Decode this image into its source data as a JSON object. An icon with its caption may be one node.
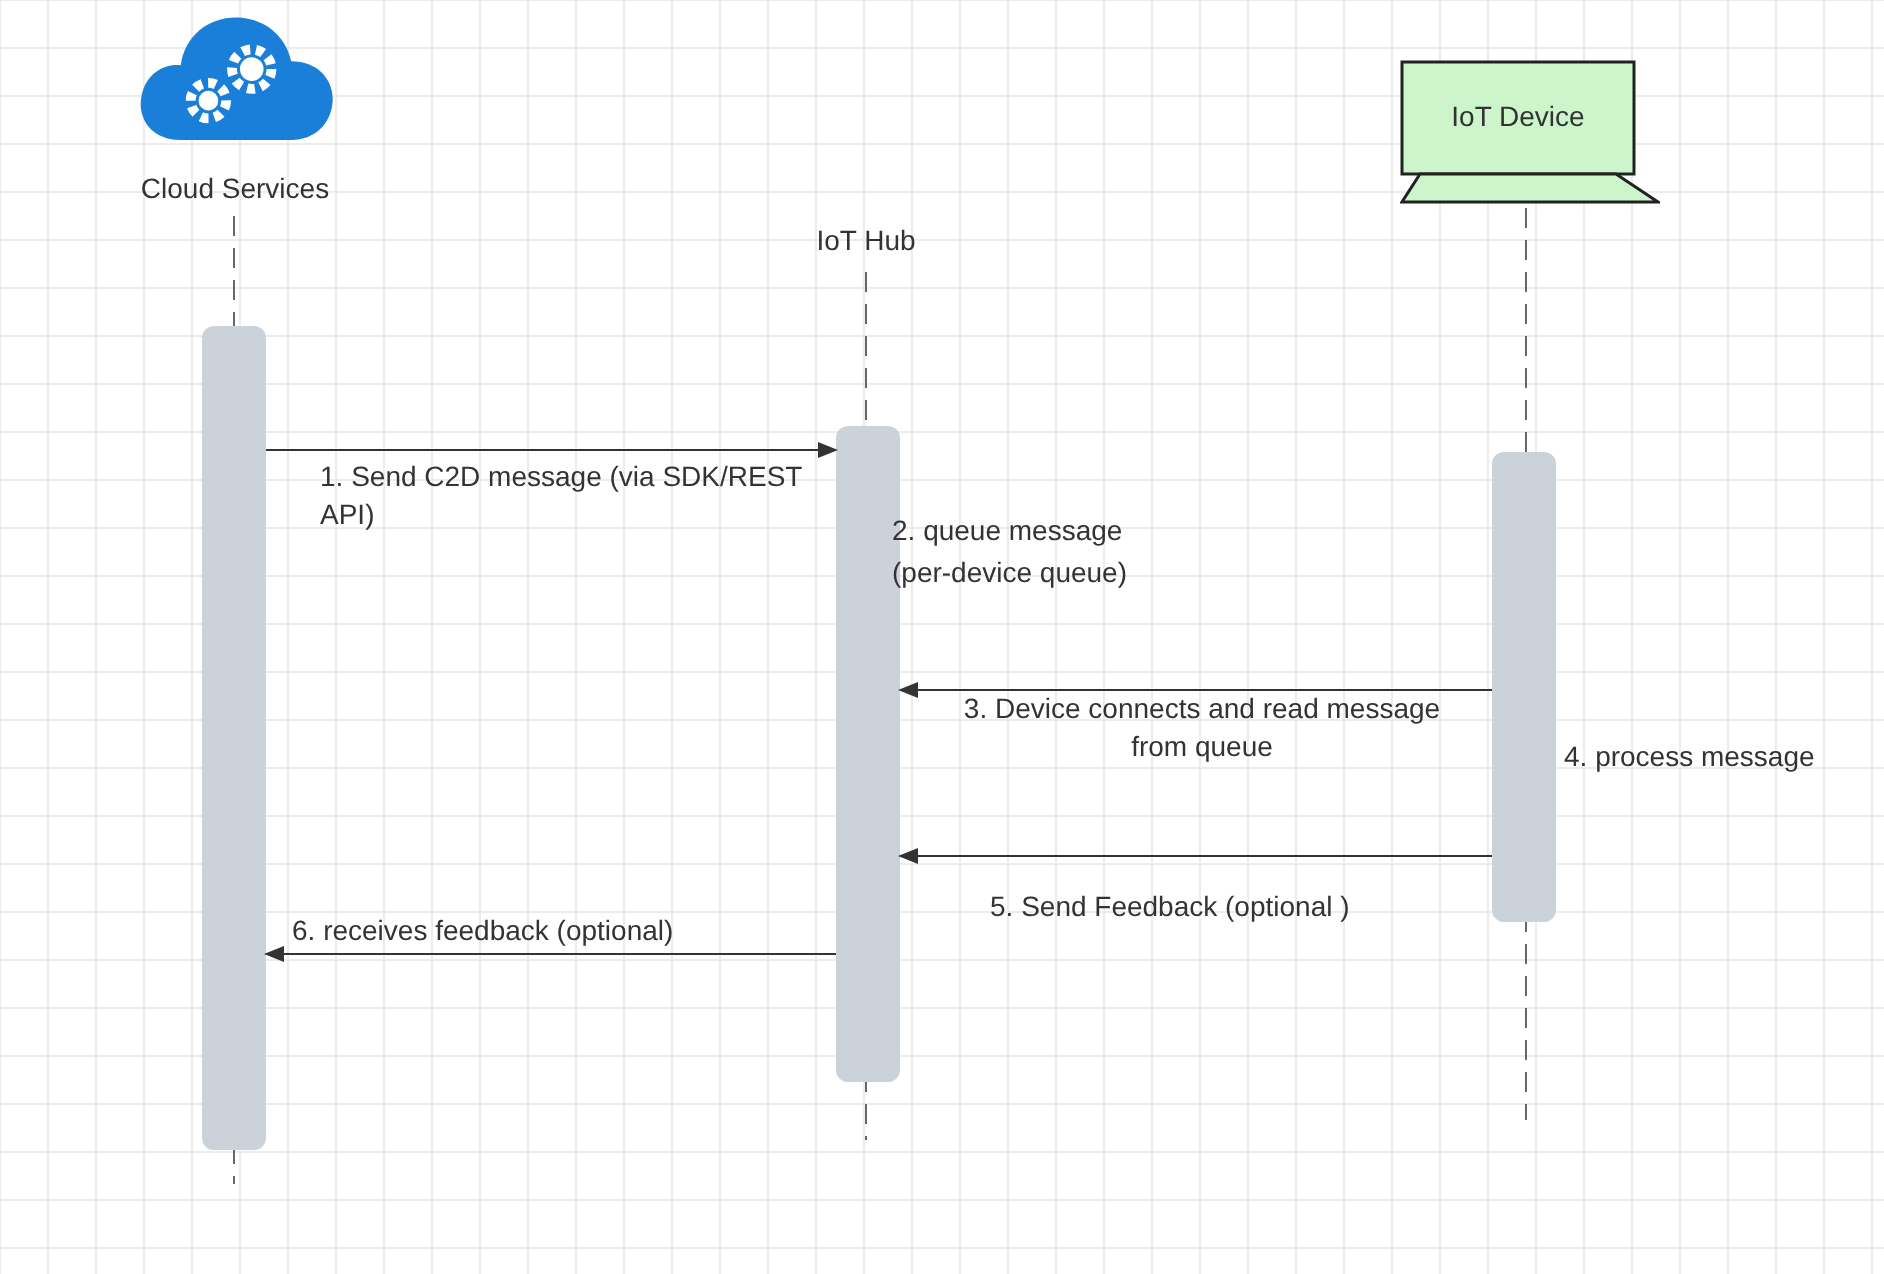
{
  "diagram": {
    "nodes": [
      {
        "text": [
          "Cloud Services"
        ]
      },
      {
        "text": [
          "IoT Hub"
        ]
      },
      {
        "text": [
          "IoT Device"
        ]
      },
      {
        "text": [],
        "shape": "bar"
      },
      {
        "text": [],
        "shape": "bar",
        "beside": [
          "2. queue message (per-device queue)"
        ]
      },
      {
        "text": [],
        "shape": "bar",
        "beside": [
          "4. process message"
        ]
      }
    ],
    "edges": [
      {
        "from": 3,
        "to": 4,
        "arrow": "to",
        "label": "1. Send C2D message (via SDK/REST API)"
      },
      {
        "from": 5,
        "to": 4,
        "arrow": "to",
        "label": "3. Device connects and read message from queue"
      },
      {
        "from": 5,
        "to": 4,
        "arrow": "to",
        "label": "5. Send Feedback (optional )"
      },
      {
        "from": 4,
        "to": 3,
        "arrow": "to",
        "label": "6. receives feedback (optional)"
      }
    ]
  }
}
